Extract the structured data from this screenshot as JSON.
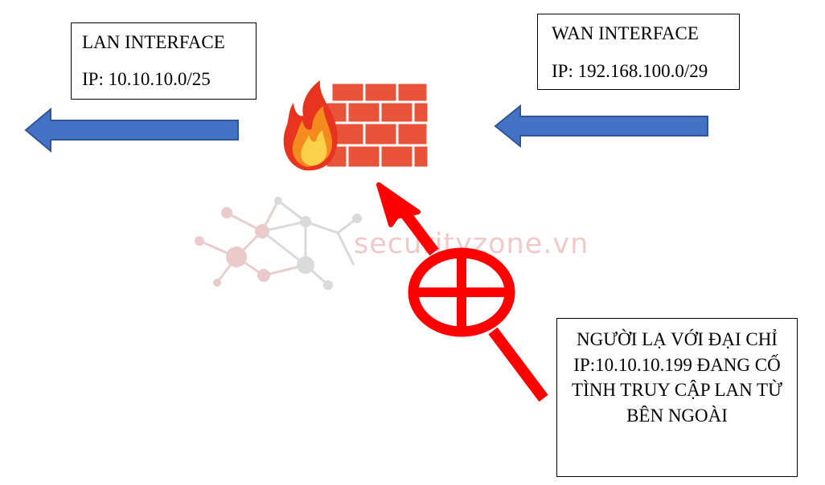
{
  "lan_interface": {
    "title": "LAN INTERFACE",
    "ip_line": "IP: 10.10.10.0/25"
  },
  "wan_interface": {
    "title": "WAN INTERFACE",
    "ip_line": "IP: 192.168.100.0/29"
  },
  "stranger_note": {
    "text": "NGƯỜI LẠ VỚI ĐẠI CHỈ IP:10.10.10.199 ĐANG CỐ TÌNH TRUY CẬP LAN TỪ BÊN NGOÀI"
  },
  "watermark": "securityzone.vn",
  "icons": [
    "firewall-icon",
    "network-logo-icon",
    "intrusion-arrow-icon"
  ],
  "colors": {
    "arrow_blue": "#4472c4",
    "arrow_blue_border": "#2f5597",
    "intrusion_red": "#ff0000",
    "brick": "#e8533a",
    "watermark": "#f2c9c9"
  }
}
